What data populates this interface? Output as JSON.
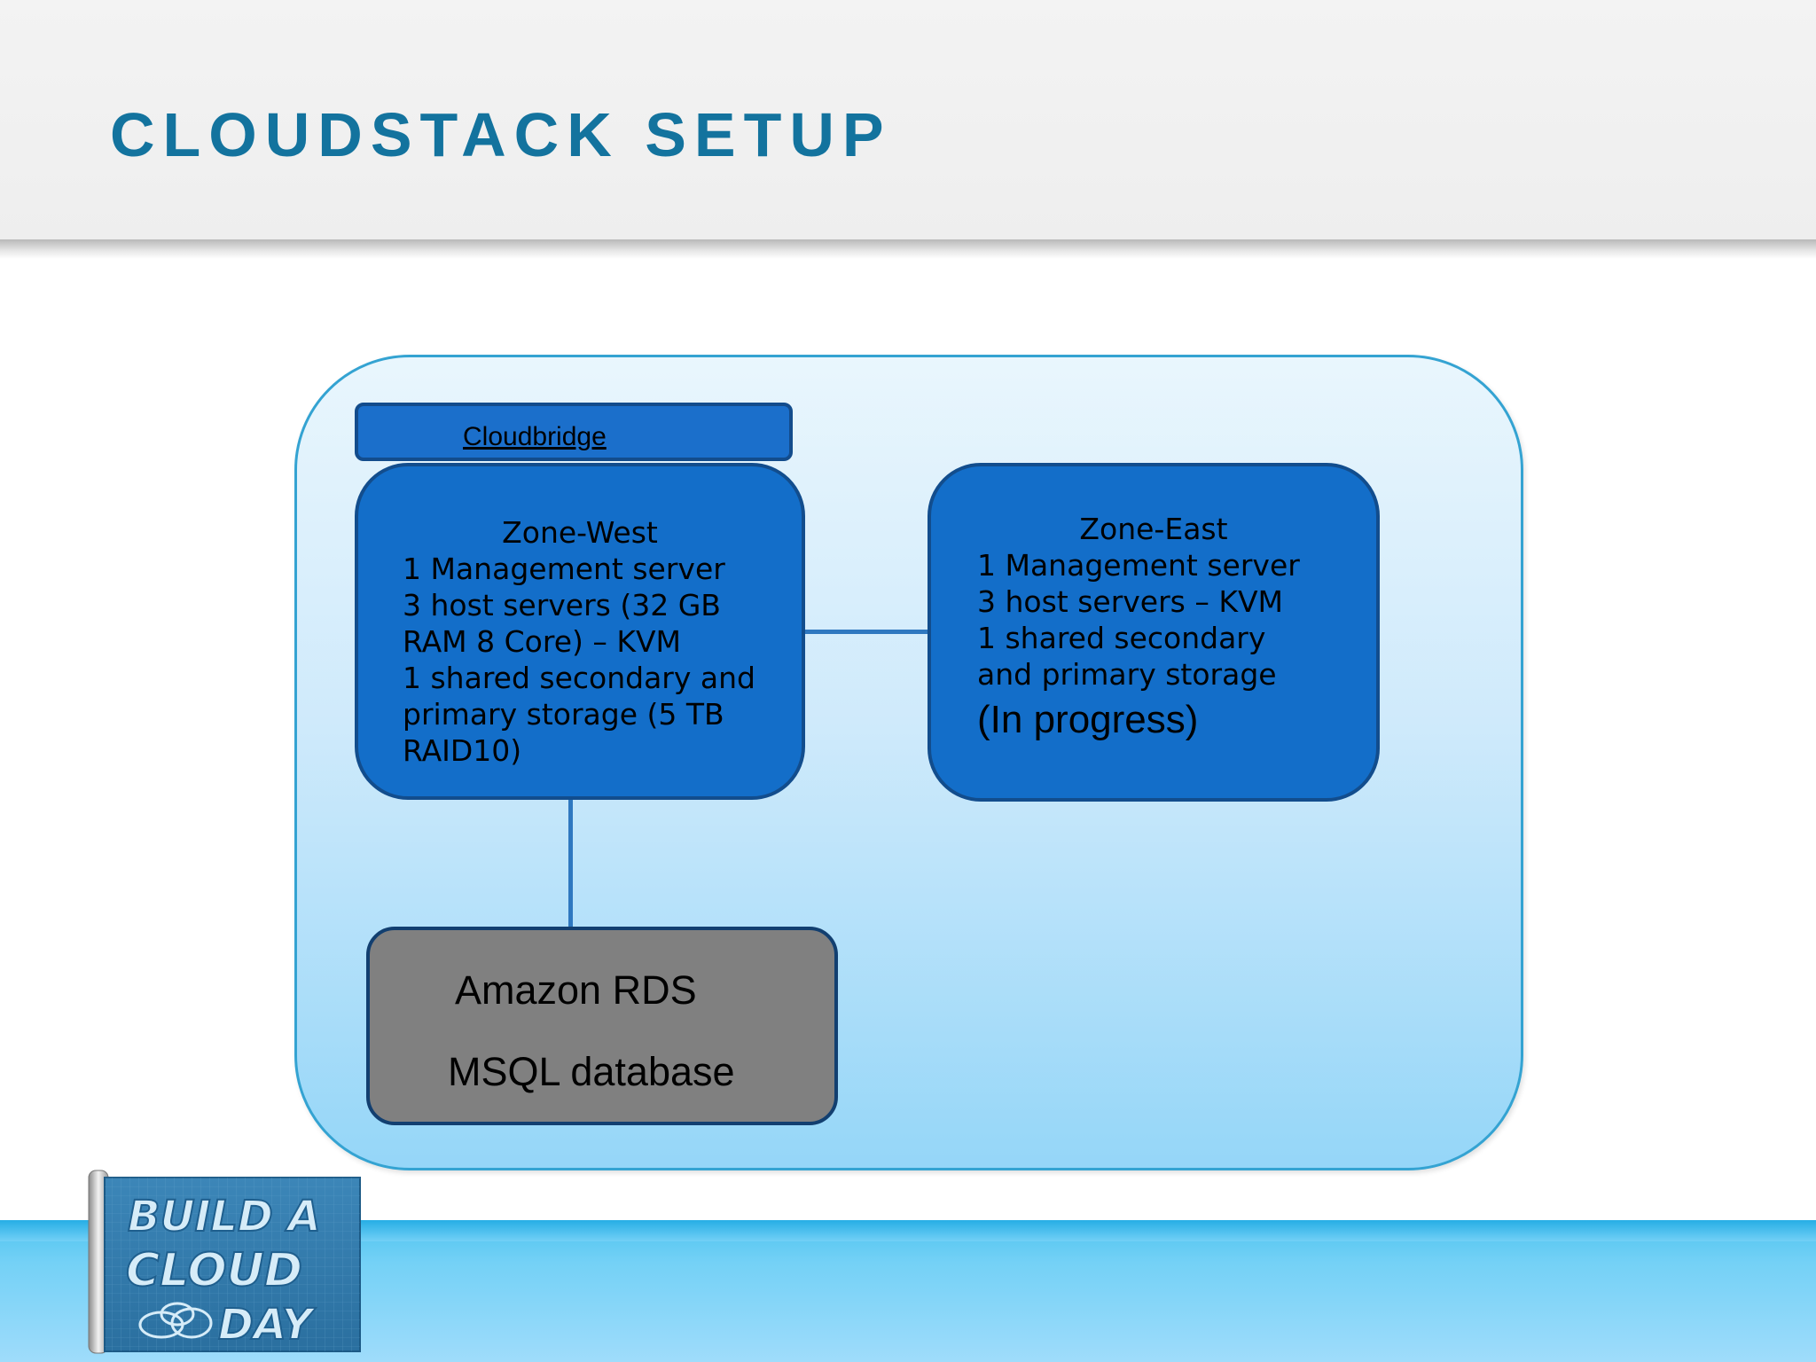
{
  "slide": {
    "title": "CLOUDSTACK SETUP"
  },
  "diagram": {
    "bridge_label": "Cloudbridge",
    "zone_west": {
      "title": "Zone-West",
      "lines": [
        "1 Management server",
        "3 host servers (32 GB RAM 8 Core) – KVM",
        "1 shared secondary and primary storage (5 TB RAID10)"
      ]
    },
    "zone_east": {
      "title": "Zone-East",
      "lines": [
        "1 Management server",
        "3 host servers – KVM",
        "1 shared secondary",
        "and primary storage"
      ],
      "status": "(In progress)"
    },
    "database": {
      "line1": "Amazon RDS",
      "line2": "MSQL database"
    }
  },
  "logo": {
    "text_lines": [
      "BUILD A",
      "CLOUD",
      "DAY"
    ]
  },
  "colors": {
    "title": "#13739e",
    "zone_fill": "#136ec9",
    "zone_border": "#124d8d",
    "database_fill": "#808080",
    "container_border": "#34a3d2"
  }
}
